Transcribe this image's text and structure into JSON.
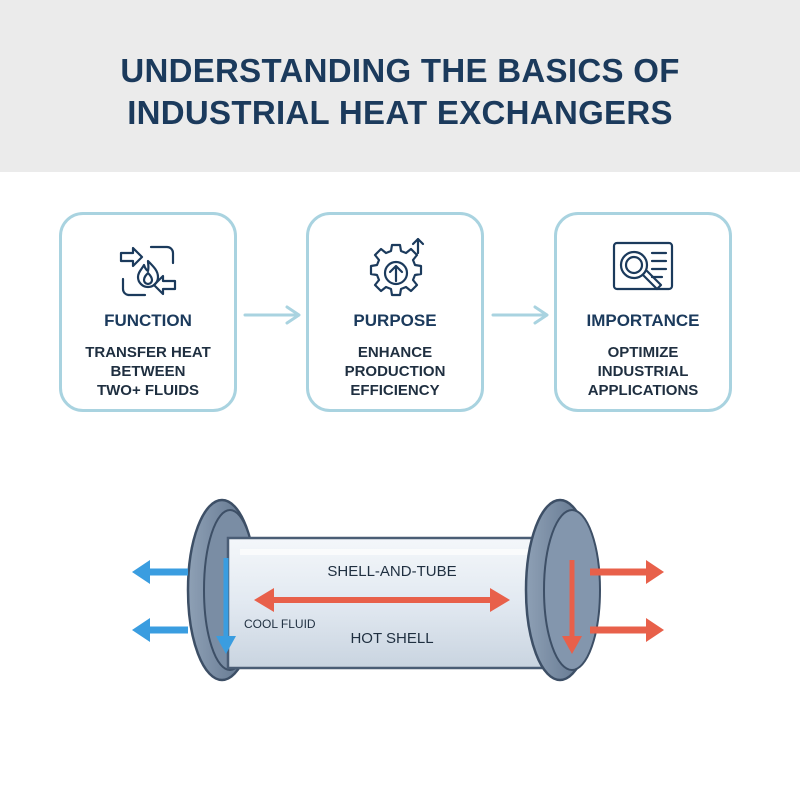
{
  "header": {
    "title_line1": "UNDERSTANDING THE BASICS OF",
    "title_line2": "INDUSTRIAL HEAT EXCHANGERS"
  },
  "cards": [
    {
      "title": "FUNCTION",
      "desc_lines": [
        "TRANSFER HEAT",
        "BETWEEN",
        "TWO+ FLUIDS"
      ],
      "icon": "heat-transfer-icon"
    },
    {
      "title": "PURPOSE",
      "desc_lines": [
        "ENHANCE",
        "PRODUCTION",
        "EFFICIENCY"
      ],
      "icon": "gear-upgrade-icon"
    },
    {
      "title": "IMPORTANCE",
      "desc_lines": [
        "OPTIMIZE",
        "INDUSTRIAL",
        "APPLICATIONS"
      ],
      "icon": "magnifier-document-icon"
    }
  ],
  "diagram": {
    "label_top": "SHELL-AND-TUBE",
    "label_cool": "COOL FLUID",
    "label_hot": "HOT SHELL"
  },
  "colors": {
    "title": "#1b3a5c",
    "card_border": "#a9d3e0",
    "cool": "#3a9de0",
    "hot": "#e8604a",
    "shell": "#dde6ef",
    "flange": "#6a7f98"
  }
}
